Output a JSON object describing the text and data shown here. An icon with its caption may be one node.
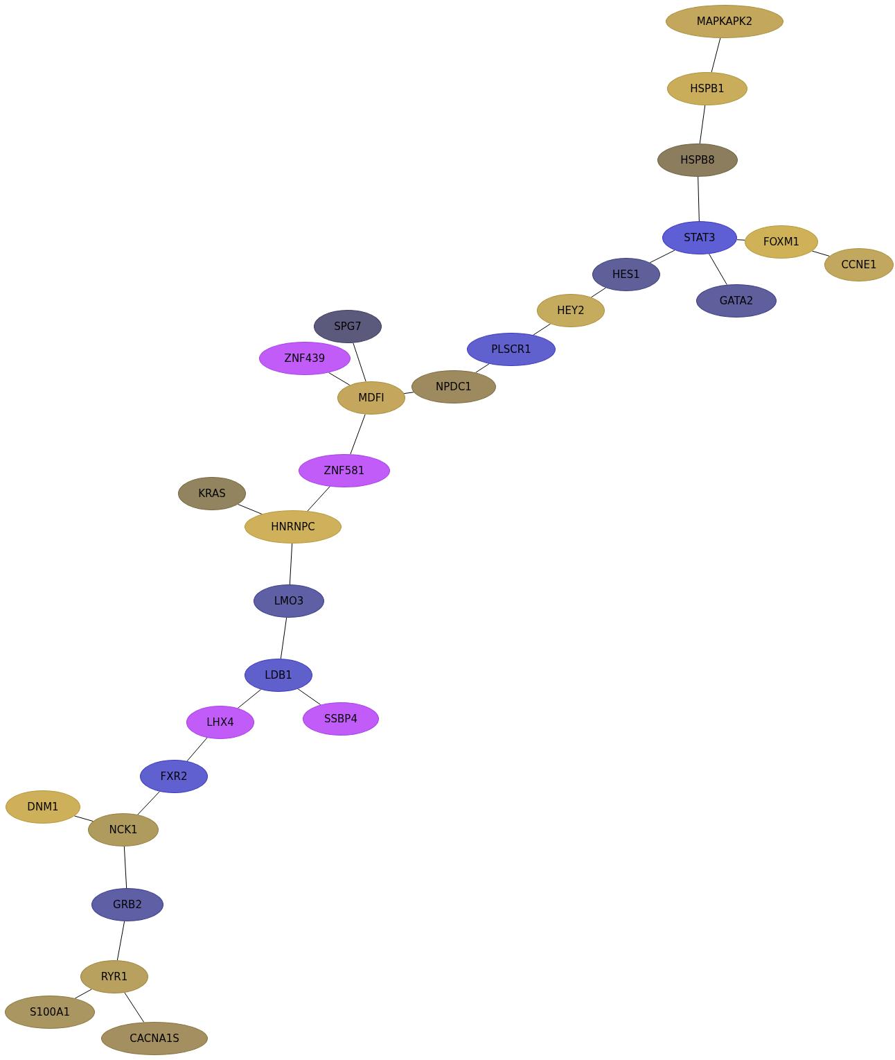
{
  "diagram": {
    "nodes": [
      {
        "text": [
          "MAPKAPK2"
        ]
      },
      {
        "text": [
          "HSPB1"
        ]
      },
      {
        "text": [
          "HSPB8"
        ]
      },
      {
        "text": [
          "STAT3"
        ]
      },
      {
        "text": [
          "FOXM1"
        ]
      },
      {
        "text": [
          "CCNE1"
        ]
      },
      {
        "text": [
          "HES1"
        ]
      },
      {
        "text": [
          "GATA2"
        ]
      },
      {
        "text": [
          "HEY2"
        ]
      },
      {
        "text": [
          "SPG7"
        ]
      },
      {
        "text": [
          "PLSCR1"
        ]
      },
      {
        "text": [
          "ZNF439"
        ]
      },
      {
        "text": [
          "NPDC1"
        ]
      },
      {
        "text": [
          "MDFI"
        ]
      },
      {
        "text": [
          "ZNF581"
        ]
      },
      {
        "text": [
          "KRAS"
        ]
      },
      {
        "text": [
          "HNRNPC"
        ]
      },
      {
        "text": [
          "LMO3"
        ]
      },
      {
        "text": [
          "LDB1"
        ]
      },
      {
        "text": [
          "SSBP4"
        ]
      },
      {
        "text": [
          "LHX4"
        ]
      },
      {
        "text": [
          "FXR2"
        ]
      },
      {
        "text": [
          "DNM1"
        ]
      },
      {
        "text": [
          "NCK1"
        ]
      },
      {
        "text": [
          "GRB2"
        ]
      },
      {
        "text": [
          "RYR1"
        ]
      },
      {
        "text": [
          "S100A1"
        ]
      },
      {
        "text": [
          "CACNA1S"
        ]
      }
    ],
    "edges": [
      {
        "from": 0,
        "to": 1,
        "arrow": "none"
      },
      {
        "from": 1,
        "to": 2,
        "arrow": "none"
      },
      {
        "from": 2,
        "to": 3,
        "arrow": "none"
      },
      {
        "from": 3,
        "to": 4,
        "arrow": "none"
      },
      {
        "from": 4,
        "to": 5,
        "arrow": "none"
      },
      {
        "from": 3,
        "to": 6,
        "arrow": "none"
      },
      {
        "from": 3,
        "to": 7,
        "arrow": "none"
      },
      {
        "from": 6,
        "to": 8,
        "arrow": "none"
      },
      {
        "from": 8,
        "to": 10,
        "arrow": "none"
      },
      {
        "from": 10,
        "to": 12,
        "arrow": "none"
      },
      {
        "from": 12,
        "to": 13,
        "arrow": "none"
      },
      {
        "from": 9,
        "to": 13,
        "arrow": "none"
      },
      {
        "from": 11,
        "to": 13,
        "arrow": "none"
      },
      {
        "from": 13,
        "to": 14,
        "arrow": "none"
      },
      {
        "from": 14,
        "to": 16,
        "arrow": "none"
      },
      {
        "from": 15,
        "to": 16,
        "arrow": "none"
      },
      {
        "from": 16,
        "to": 17,
        "arrow": "none"
      },
      {
        "from": 17,
        "to": 18,
        "arrow": "none"
      },
      {
        "from": 18,
        "to": 20,
        "arrow": "none"
      },
      {
        "from": 18,
        "to": 19,
        "arrow": "none"
      },
      {
        "from": 20,
        "to": 21,
        "arrow": "none"
      },
      {
        "from": 21,
        "to": 23,
        "arrow": "none"
      },
      {
        "from": 22,
        "to": 23,
        "arrow": "none"
      },
      {
        "from": 23,
        "to": 24,
        "arrow": "none"
      },
      {
        "from": 24,
        "to": 25,
        "arrow": "none"
      },
      {
        "from": 25,
        "to": 26,
        "arrow": "none"
      },
      {
        "from": 25,
        "to": 27,
        "arrow": "none"
      }
    ]
  }
}
